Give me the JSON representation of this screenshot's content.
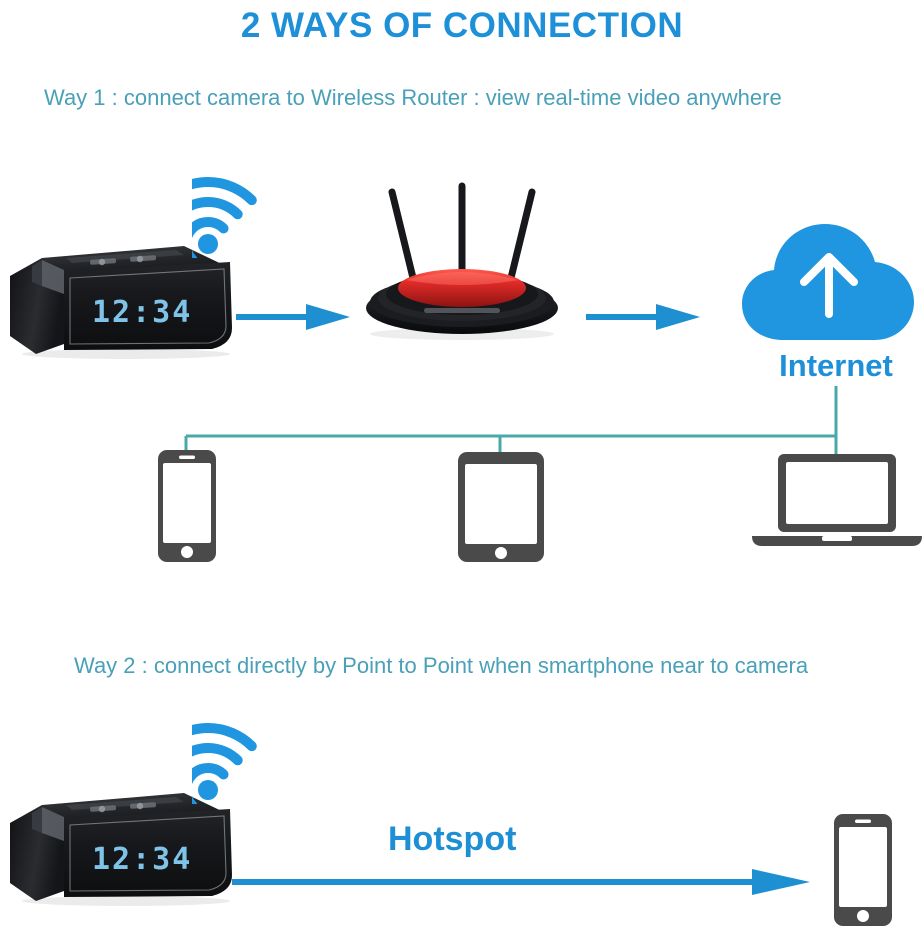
{
  "title": "2 WAYS OF CONNECTION",
  "colors": {
    "title_blue": "#1e90d8",
    "caption_teal": "#49a0b8",
    "accent_blue": "#2196e0",
    "arrow_blue": "#1e8fd0",
    "connector_teal": "#4aa8a8",
    "device_gray": "#4a4a4a",
    "router_red": "#d5282c",
    "led_blue": "#7fc4e8",
    "body_black": "#1a1a1a"
  },
  "way1": {
    "caption": "Way 1 : connect camera to Wireless Router :  view real-time video anywhere",
    "camera": {
      "name": "wifi-clock-camera",
      "clock_time": "12:34",
      "wifi_icon": "wifi-icon"
    },
    "router": {
      "name": "wireless-router",
      "antenna_count": 3
    },
    "cloud": {
      "name": "internet-cloud",
      "label": "Internet",
      "inner_icon": "upload-arrow-icon"
    },
    "arrows": [
      {
        "name": "arrow-camera-to-router"
      },
      {
        "name": "arrow-router-to-cloud"
      }
    ],
    "clients": [
      {
        "name": "smartphone",
        "icon": "smartphone-icon"
      },
      {
        "name": "tablet",
        "icon": "tablet-icon"
      },
      {
        "name": "laptop",
        "icon": "laptop-icon"
      }
    ]
  },
  "way2": {
    "caption": "Way 2 : connect directly by Point to Point when smartphone near to camera",
    "camera": {
      "name": "wifi-clock-camera",
      "clock_time": "12:34",
      "wifi_icon": "wifi-icon"
    },
    "hotspot_label": "Hotspot",
    "arrow": {
      "name": "arrow-hotspot-to-phone"
    },
    "client": {
      "name": "smartphone",
      "icon": "smartphone-icon"
    }
  }
}
